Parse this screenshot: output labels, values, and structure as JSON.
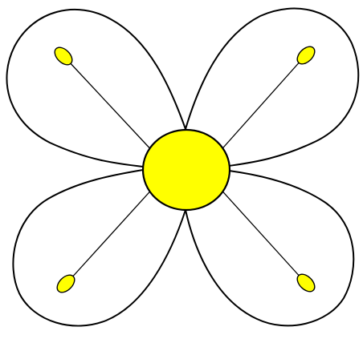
{
  "illustration": {
    "subject": "four-petal-flower",
    "colors": {
      "background": "#ffffff",
      "petal_fill": "#ffffff",
      "outline": "#000000",
      "center_fill": "#ffff00",
      "stamen_fill": "#ffff00"
    },
    "petal_count": 4,
    "stamen_count": 4
  }
}
